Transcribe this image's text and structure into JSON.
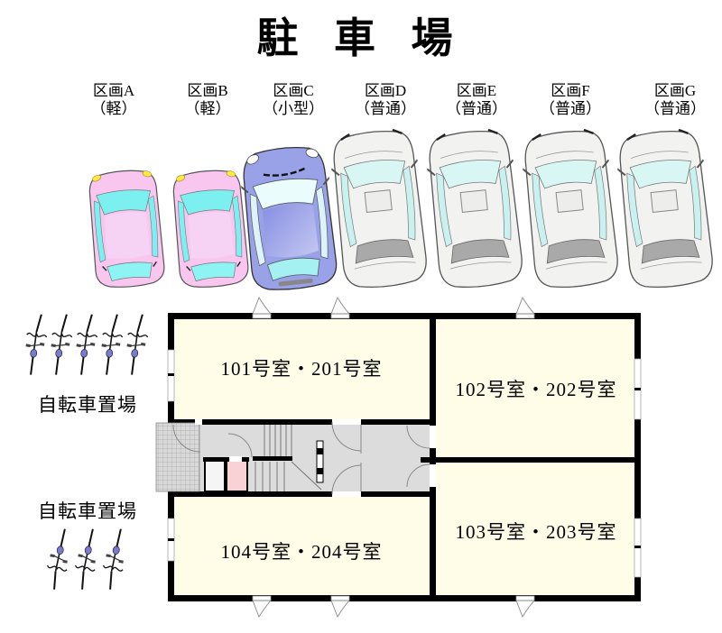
{
  "title": "駐 車 場",
  "parking": {
    "spaces": [
      {
        "id": "A",
        "label": "区画A",
        "type_label": "（軽）",
        "car": "kei",
        "car_color": "#F8C6EE"
      },
      {
        "id": "B",
        "label": "区画B",
        "type_label": "（軽）",
        "car": "kei",
        "car_color": "#F8C6EE"
      },
      {
        "id": "C",
        "label": "区画C",
        "type_label": "（小型）",
        "car": "compact",
        "car_color": "#99A1E7"
      },
      {
        "id": "D",
        "label": "区画D",
        "type_label": "（普通）",
        "car": "sedan",
        "car_color": "#F2F2F1"
      },
      {
        "id": "E",
        "label": "区画E",
        "type_label": "（普通）",
        "car": "sedan",
        "car_color": "#F2F2F1"
      },
      {
        "id": "F",
        "label": "区画F",
        "type_label": "（普通）",
        "car": "sedan",
        "car_color": "#F2F2F1"
      },
      {
        "id": "G",
        "label": "区画G",
        "type_label": "（普通）",
        "car": "sedan",
        "car_color": "#F2F2F1"
      }
    ]
  },
  "bicycle_areas": [
    {
      "label": "自転車置場",
      "bike_count": 5,
      "label_position": "below"
    },
    {
      "label": "自転車置場",
      "bike_count": 3,
      "label_position": "above"
    }
  ],
  "floor_plan": {
    "rooms": [
      {
        "id": "101-201",
        "label": "101号室・201号室"
      },
      {
        "id": "102-202",
        "label": "102号室・202号室"
      },
      {
        "id": "103-203",
        "label": "103号室・203号室"
      },
      {
        "id": "104-204",
        "label": "104号室・204号室"
      }
    ]
  },
  "colors": {
    "background": "#FFFFFF",
    "room_fill": "#FFFDE7",
    "corridor_fill": "#DCDCDC",
    "small_room_fill": "#F9D2D6",
    "wall": "#000000",
    "window_tint": "#7CEFF0",
    "windshield_tint": "#D7F6F4",
    "kei_car_body": "#F8C6EE",
    "compact_car_body": "#99A1E7",
    "sedan_car_body": "#F2F2F1",
    "headlight_yellow": "#FFE93D",
    "bike_seat": "#7A7AD0"
  }
}
